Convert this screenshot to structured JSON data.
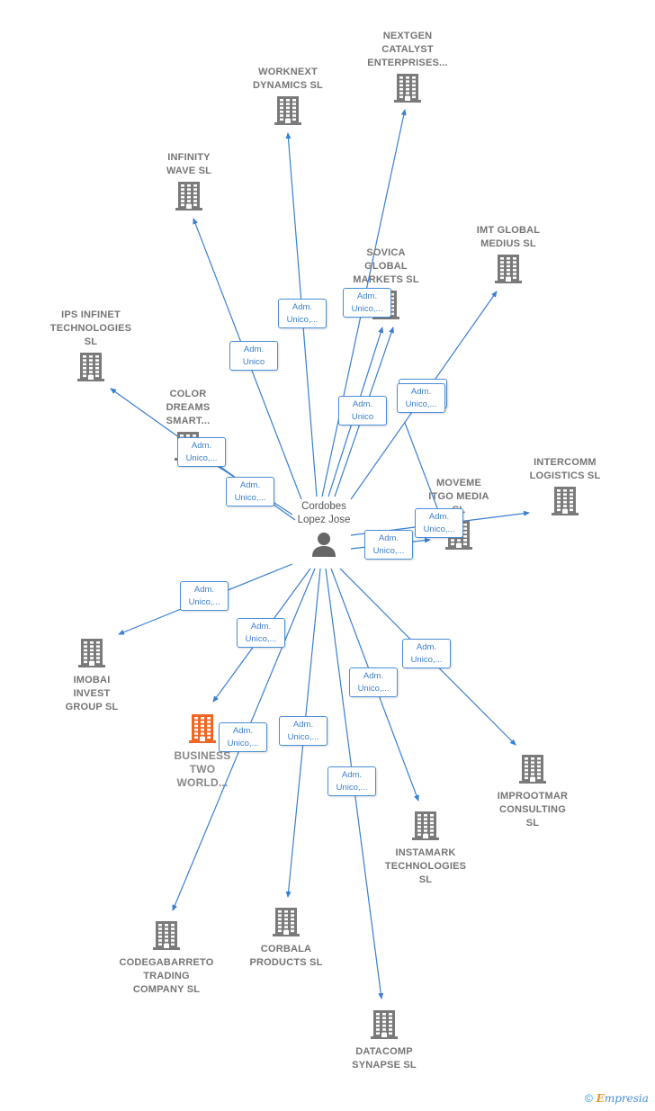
{
  "person": {
    "name": "Cordobes\nLopez Jose"
  },
  "companies": [
    {
      "id": "nextgen",
      "name": "NEXTGEN\nCATALYST\nENTERPRISES...",
      "color": "#7a7a7a"
    },
    {
      "id": "worknext",
      "name": "WORKNEXT\nDYNAMICS  SL",
      "color": "#7a7a7a"
    },
    {
      "id": "infinity",
      "name": "INFINITY\nWAVE  SL",
      "color": "#7a7a7a"
    },
    {
      "id": "imt",
      "name": "IMT GLOBAL\nMEDIUS  SL",
      "color": "#7a7a7a"
    },
    {
      "id": "sovica",
      "name": "SOVICA\nGLOBAL\nMARKETS  SL",
      "color": "#7a7a7a"
    },
    {
      "id": "ips",
      "name": "IPS INFINET\nTECHNOLOGIES\nSL",
      "color": "#7a7a7a"
    },
    {
      "id": "colordreams",
      "name": "COLOR\nDREAMS\nSMART...",
      "color": "#7a7a7a"
    },
    {
      "id": "intercomm",
      "name": "INTERCOMM\nLOGISTICS  SL",
      "color": "#7a7a7a"
    },
    {
      "id": "moveme",
      "name": "MOVEME\nITGO MEDIA\nSL",
      "color": "#7a7a7a"
    },
    {
      "id": "imobai",
      "name": "IMOBAI\nINVEST\nGROUP  SL",
      "color": "#7a7a7a"
    },
    {
      "id": "business",
      "name": "BUSINESS\nTWO\nWORLD...",
      "color": "#f26522"
    },
    {
      "id": "improotmar",
      "name": "IMPROOTMAR\nCONSULTING\nSL",
      "color": "#7a7a7a"
    },
    {
      "id": "instamark",
      "name": "INSTAMARK\nTECHNOLOGIES\nSL",
      "color": "#7a7a7a"
    },
    {
      "id": "codega",
      "name": "CODEGABARRETO\nTRADING\nCOMPANY  SL",
      "color": "#7a7a7a"
    },
    {
      "id": "corbala",
      "name": "CORBALA\nPRODUCTS  SL",
      "color": "#7a7a7a"
    },
    {
      "id": "datacomp",
      "name": "DATACOMP\nSYNAPSE  SL",
      "color": "#7a7a7a"
    }
  ],
  "edge_labels": [
    "Adm.\nUnico,...",
    "Adm.\nUnico",
    "Adm.\nUnico,...",
    "Adm.\nUnico",
    "Adm.\nUnico,...",
    "Adm.\nUnico,...",
    "Adm.\nUnico,...",
    "Adm.\nUnico,...",
    "Adm.\nUnico,...",
    "Adm.\nUnico,...",
    "Adm.\nUnico,...",
    "Adm.\nUnico,...",
    "Adm.\nUnico,...",
    "Adm.\nUnico,...",
    "Adm.\nUnico,...",
    "Adm.\nUnico,...",
    "Adm.\nUnico,..."
  ],
  "footer": {
    "copyright": "©",
    "brand_initial": "E",
    "brand_rest": "mpresia"
  },
  "colors": {
    "edge": "#3a7fd0",
    "icon": "#7a7a7a",
    "highlight": "#f26522"
  }
}
